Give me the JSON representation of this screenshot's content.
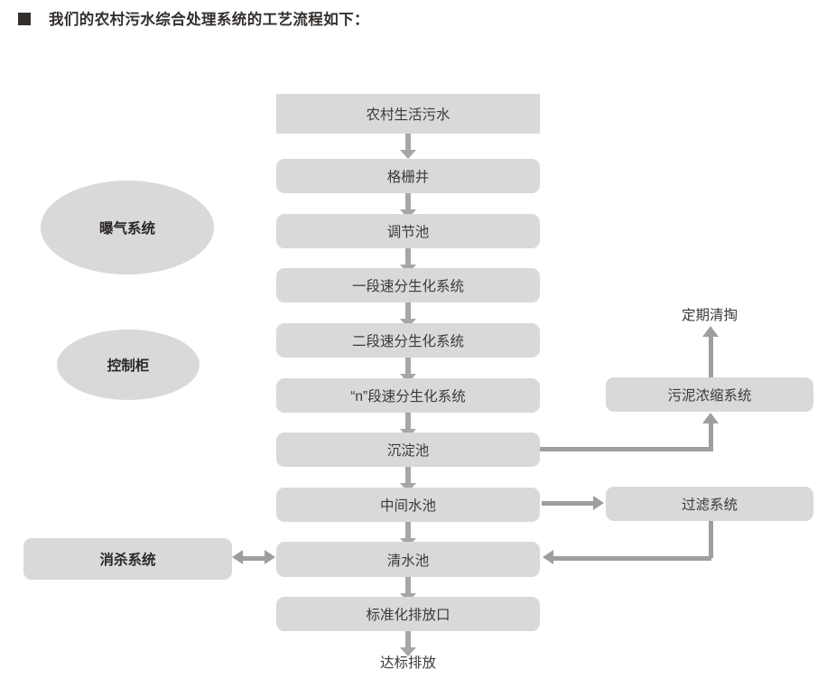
{
  "header": {
    "bullet": "square-bullet",
    "title": "我们的农村污水综合处理系统的工艺流程如下："
  },
  "main_flow": {
    "nodes": [
      {
        "id": "inlet",
        "label": "农村生活污水",
        "shape": "rect-square"
      },
      {
        "id": "grille",
        "label": "格栅井",
        "shape": "rect-rounded"
      },
      {
        "id": "equalization",
        "label": "调节池",
        "shape": "rect-rounded"
      },
      {
        "id": "bio-stage-1",
        "label": "一段速分生化系统",
        "shape": "rect-rounded"
      },
      {
        "id": "bio-stage-2",
        "label": "二段速分生化系统",
        "shape": "rect-rounded"
      },
      {
        "id": "bio-stage-n",
        "label": "“n”段速分生化系统",
        "shape": "rect-rounded"
      },
      {
        "id": "sedimentation",
        "label": "沉淀池",
        "shape": "rect-rounded"
      },
      {
        "id": "intermediate",
        "label": "中间水池",
        "shape": "rect-rounded"
      },
      {
        "id": "clearwater",
        "label": "清水池",
        "shape": "rect-rounded"
      },
      {
        "id": "outlet",
        "label": "标准化排放口",
        "shape": "rect-rounded"
      }
    ],
    "terminal_label": "达标排放"
  },
  "left_modules": [
    {
      "id": "aeration",
      "label": "曝气系统",
      "shape": "ellipse"
    },
    {
      "id": "control",
      "label": "控制柜",
      "shape": "ellipse"
    },
    {
      "id": "disinfection",
      "label": "消杀系统",
      "shape": "rect-rounded"
    }
  ],
  "right_modules": [
    {
      "id": "sludge-thickening",
      "label": "污泥浓缩系统",
      "shape": "rect-rounded"
    },
    {
      "id": "filtration",
      "label": "过滤系统",
      "shape": "rect-rounded"
    }
  ],
  "right_labels": [
    {
      "id": "periodic-desludging",
      "label": "定期清掏"
    }
  ],
  "colors": {
    "node_fill": "#d9d9d9",
    "node_text": "#3c3a38",
    "arrow": "#9e9e9e",
    "arrow_vertical": "#a6a6a6",
    "header_text": "#332f2d",
    "page_background": "#ffffff"
  }
}
